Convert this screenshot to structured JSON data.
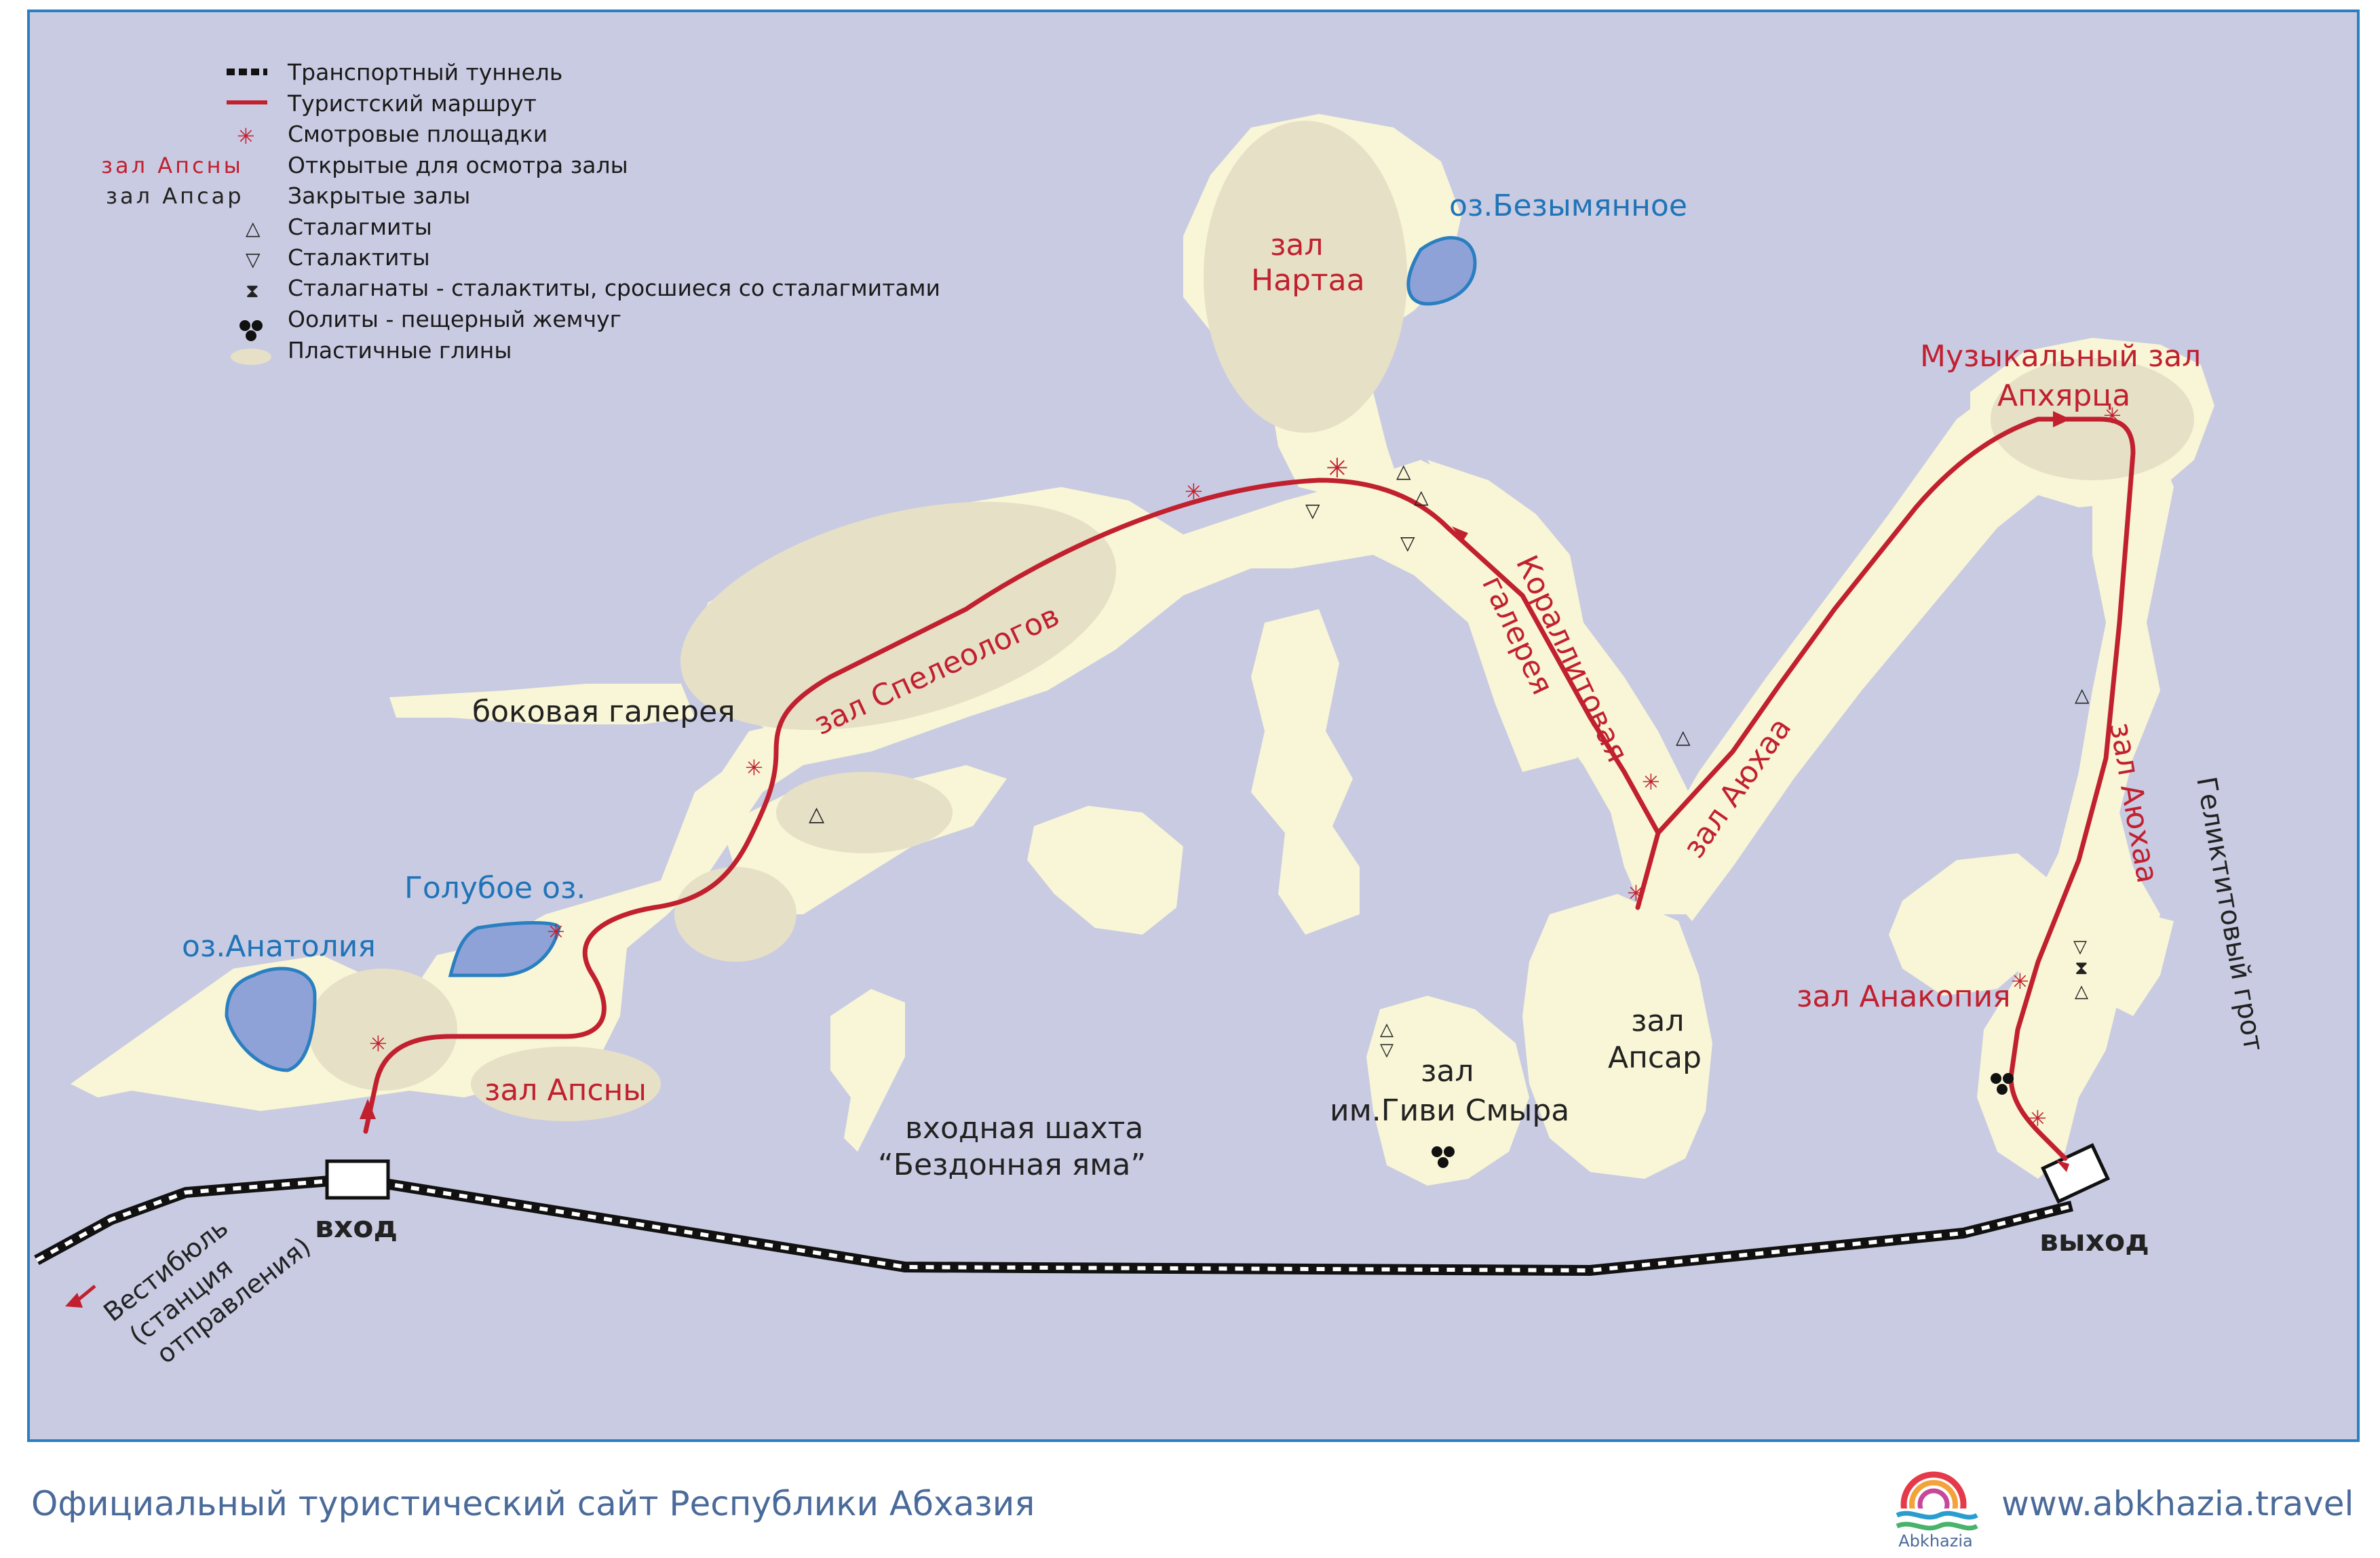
{
  "legend": {
    "tunnel": "Транспортный туннель",
    "route": "Туристский маршрут",
    "viewpoints": "Смотровые площадки",
    "open_sample": "зал Апсны",
    "open_label": "Открытые для осмотра залы",
    "closed_sample": "зал Апсар",
    "closed_label": "Закрытые залы",
    "stalagmites": "Сталагмиты",
    "stalactites": "Сталактиты",
    "stalagnates": "Сталагнаты - сталактиты, сросшиеся со сталагмитами",
    "oolites": "Оолиты - пещерный жемчуг",
    "clays": "Пластичные глины"
  },
  "labels": {
    "nartaa_1": "зал",
    "nartaa_2": "Нартаа",
    "lake_nameless": "оз.Безымянное",
    "musical_1": "Музыкальный зал",
    "musical_2": "Апхярца",
    "speleologists": "зал Спелеологов",
    "coral_1": "Кораллитовая",
    "coral_2": "галерея",
    "side_gallery": "боковая галерея",
    "blue_lake": "Голубое оз.",
    "anatolia_lake": "оз.Анатолия",
    "apsny": "зал Апсны",
    "ayuhaa_1": "зал Аюхаа",
    "ayuhaa_2": "зал Аюхаа",
    "heliktite": "Геликтитовый грот",
    "anakopia": "зал Анакопия",
    "apsar_1": "зал",
    "apsar_2": "Апсар",
    "smyr_1": "зал",
    "smyr_2": "им.Гиви Смыра",
    "shaft_1": "входная шахта",
    "shaft_2": "“Бездонная яма”",
    "entrance": "вход",
    "exit": "выход",
    "vestibule_1": "Вестибюль",
    "vestibule_2": "(станция",
    "vestibule_3": "отправления)"
  },
  "footer": {
    "site": "Официальный туристический сайт Республики Абхазия",
    "url": "www.abkhazia.travel",
    "logo_text": "Abkhazia"
  },
  "colors": {
    "background": "#c9cbe2",
    "cave": "#f8f6d6",
    "clay": "#e6e0c7",
    "route": "#c1202f",
    "lake": "#8fa2d8",
    "lake_text": "#1f74b8",
    "border": "#2a7fc0"
  }
}
